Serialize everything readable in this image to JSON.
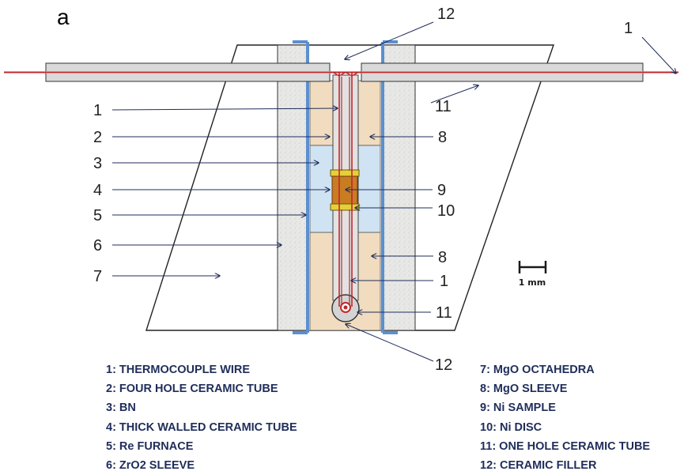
{
  "panel_label": "a",
  "scale_bar": {
    "label": "1 mm"
  },
  "callouts": {
    "top_12": "12",
    "top_right_1": "1",
    "right_11_top": "11",
    "right_8_top": "8",
    "right_9": "9",
    "right_10": "10",
    "right_8_bottom": "8",
    "right_1_bottom": "1",
    "right_11_bottom": "11",
    "bottom_12": "12",
    "left_1": "1",
    "left_2": "2",
    "left_3": "3",
    "left_4": "4",
    "left_5": "5",
    "left_6": "6",
    "left_7": "7"
  },
  "legend_left": [
    "1: THERMOCOUPLE WIRE",
    "2: FOUR HOLE CERAMIC TUBE",
    "3: BN",
    "4: THICK WALLED CERAMIC TUBE",
    "5: Re FURNACE",
    "6: ZrO2 SLEEVE"
  ],
  "legend_right": [
    "7: MgO OCTAHEDRA",
    "8: MgO SLEEVE",
    "9: Ni SAMPLE",
    "10: Ni DISC",
    "11: ONE HOLE CERAMIC TUBE",
    "12: CERAMIC FILLER"
  ],
  "colors": {
    "wire": "#c0282c",
    "re_furnace": "#5b8fd0",
    "zro2": "#e6e6e4",
    "mgo_sleeve": "#f1dcc0",
    "bn": "#cfe3f3",
    "sample": "#c97c22",
    "disc": "#e7cf3a",
    "arrow": "#1f2d5a",
    "legend_text": "#1f2d5a"
  }
}
